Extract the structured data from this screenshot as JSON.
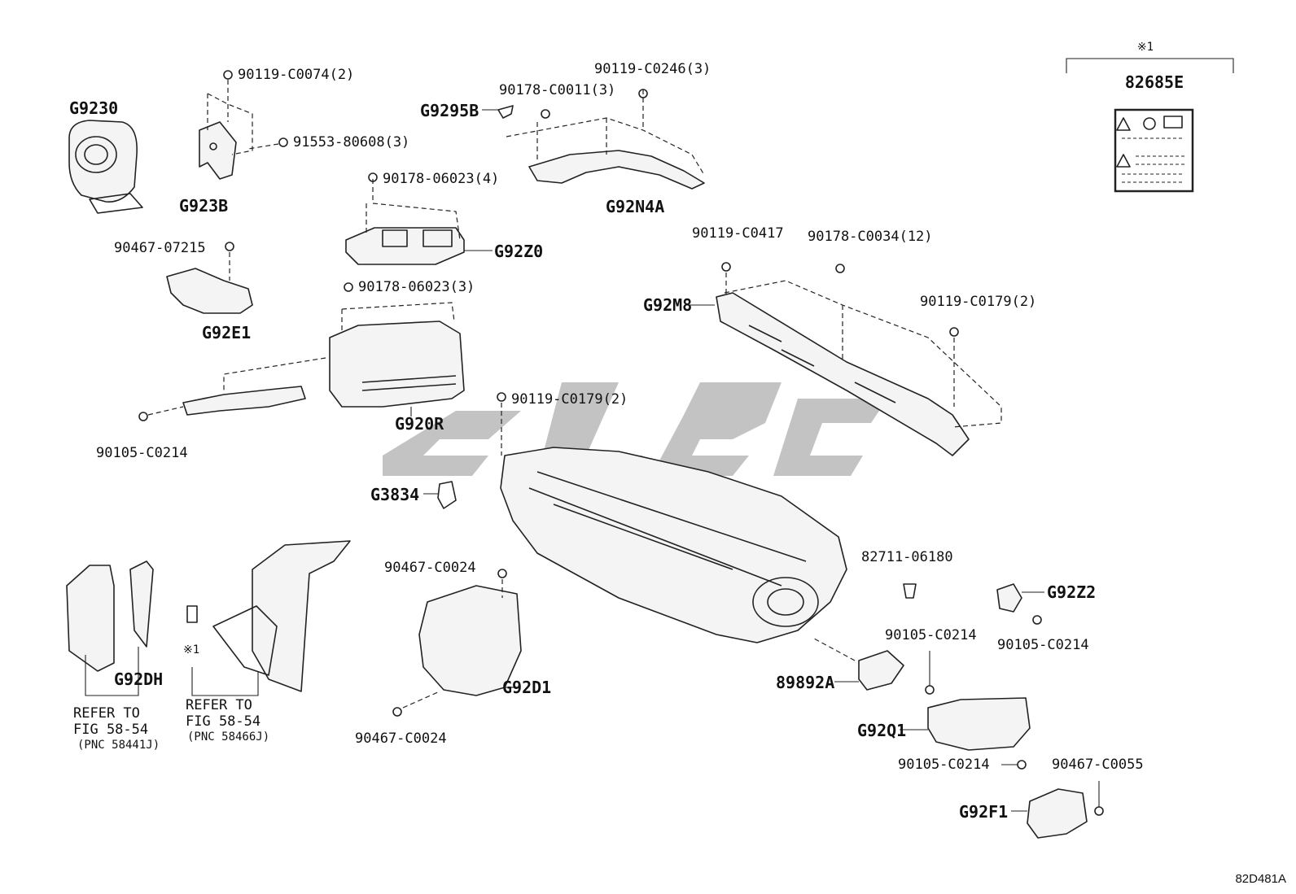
{
  "labels": {
    "note_mark": "※1",
    "p82685e": "82685E",
    "g9230": "G9230",
    "g923b": "G923B",
    "b90119_c0074": "90119-C0074(2)",
    "b91553_80608": "91553-80608(3)",
    "g9295b": "G9295B",
    "b90178_c0011": "90178-C0011(3)",
    "b90119_c0246": "90119-C0246(3)",
    "g92n4a": "G92N4A",
    "b90178_06023_4": "90178-06023(4)",
    "g92z0": "G92Z0",
    "b90467_07215": "90467-07215",
    "g92e1": "G92E1",
    "b90178_06023_3": "90178-06023(3)",
    "g920r": "G920R",
    "b90105_c0214_a": "90105-C0214",
    "b90119_c0417": "90119-C0417",
    "b90178_c0034": "90178-C0034(12)",
    "g92m8": "G92M8",
    "b90119_c0179_a": "90119-C0179(2)",
    "b90119_c0179_b": "90119-C0179(2)",
    "g3834": "G3834",
    "b90467_c0024_a": "90467-C0024",
    "g92d1": "G92D1",
    "b90467_c0024_b": "90467-C0024",
    "b82711_06180": "82711-06180",
    "g92z2": "G92Z2",
    "b90105_c0214_b": "90105-C0214",
    "b90105_c0214_c": "90105-C0214",
    "p89892a": "89892A",
    "g92q1": "G92Q1",
    "b90105_c0214_d": "90105-C0214",
    "b90467_c0055": "90467-C0055",
    "g92f1": "G92F1",
    "g92dh": "G92DH",
    "refer_a_line1": "REFER TO",
    "refer_a_line2": "FIG 58-54",
    "refer_a_line3": "(PNC 58441J)",
    "note_mark_b": "※1",
    "refer_b_line1": "REFER TO",
    "refer_b_line2": "FIG 58-54",
    "refer_b_line3": "(PNC 58466J)",
    "figure_code": "82D481A"
  }
}
